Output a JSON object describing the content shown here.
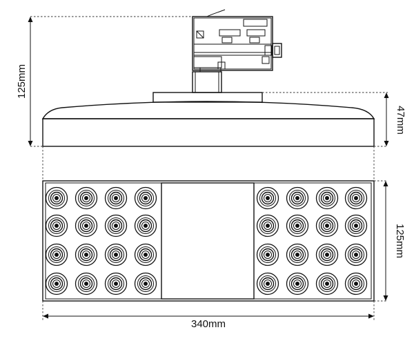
{
  "dimensions": {
    "total_height": "125mm",
    "housing_height": "47mm",
    "front_height": "125mm",
    "width": "340mm"
  },
  "led_grid": {
    "rows": 4,
    "cols_per_side": 4
  },
  "colors": {
    "line": "#111111",
    "background": "#ffffff"
  }
}
